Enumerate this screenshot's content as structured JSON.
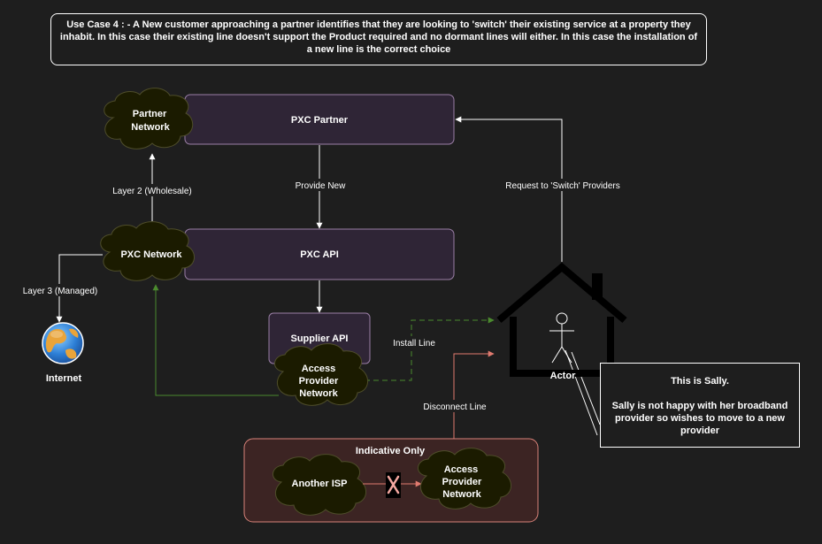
{
  "header": {
    "use_case_text": "Use Case 4 : - A New customer approaching a partner identifies that they are looking to 'switch' their existing service at a property they inhabit. In this case their existing line doesn't support the Product required and no dormant lines will either. In this case the installation of a new line is the correct choice"
  },
  "nodes": {
    "pxc_partner": "PXC Partner",
    "pxc_api": "PXC API",
    "supplier_api": "Supplier API",
    "partner_network": [
      "Partner",
      "Network"
    ],
    "pxc_network": "PXC Network",
    "access_provider_network": [
      "Access",
      "Provider",
      "Network"
    ],
    "internet": "Internet",
    "actor": "Actor",
    "indicative_title": "Indicative Only",
    "another_isp": "Another ISP",
    "indicative_access_provider": [
      "Access",
      "Provider",
      "Network"
    ]
  },
  "edges": {
    "provide_new": "Provide New",
    "request_switch": "Request to 'Switch' Providers",
    "layer2": "Layer 2 (Wholesale)",
    "layer3": "Layer 3 (Managed)",
    "install_line": "Install Line",
    "disconnect_line": "Disconnect Line"
  },
  "note": {
    "line1": "This is Sally.",
    "line2": "Sally is not happy with her broadband provider so wishes to move to a new provider"
  },
  "icons": {
    "globe": "globe-icon",
    "house": "house-icon",
    "person": "person-icon",
    "cross": "cross-icon"
  },
  "colors": {
    "box_fill": "#2f2536",
    "box_stroke": "#9b7fa6",
    "cloud_fill": "#1b1b00",
    "cloud_stroke": "#4e4d2a",
    "green_edge": "#4b8a2e",
    "red_edge": "#e07a6f",
    "indicative_fill": "#3c2423",
    "indicative_stroke": "#d9837a"
  }
}
